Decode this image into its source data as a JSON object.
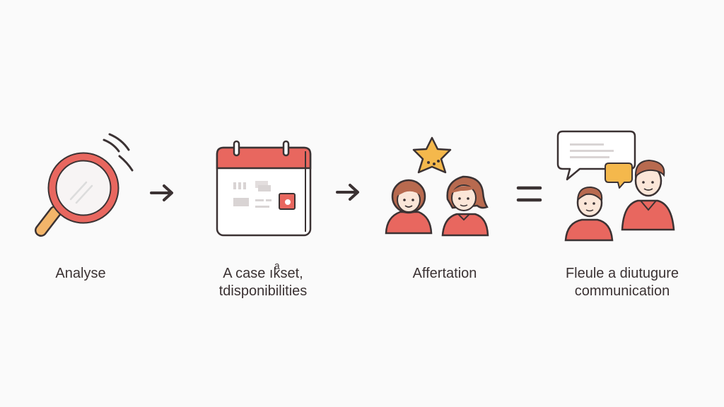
{
  "palette": {
    "coral": "#e8675f",
    "coral_light": "#f0a09a",
    "orange": "#f4a742",
    "tan": "#f3c07a",
    "ink": "#3b3233",
    "skin": "#fbe6d8",
    "hair": "#b86a4f",
    "gray": "#d9d4d4",
    "white": "#ffffff"
  },
  "steps": [
    {
      "icon": "magnifier-icon",
      "label_lines": [
        "Analyse"
      ]
    },
    {
      "icon": "calendar-icon",
      "label_lines": [
        "A case ıkͣset,",
        "tdisponibilities"
      ]
    },
    {
      "icon": "team-star-icon",
      "label_lines": [
        "Affertation"
      ]
    },
    {
      "icon": "chat-people-icon",
      "label_lines": [
        "Fleule a diutugure",
        "communication"
      ]
    }
  ],
  "connectors": [
    {
      "icon": "arrow-right-icon"
    },
    {
      "icon": "arrow-right-icon"
    },
    {
      "icon": "equals-icon"
    }
  ]
}
